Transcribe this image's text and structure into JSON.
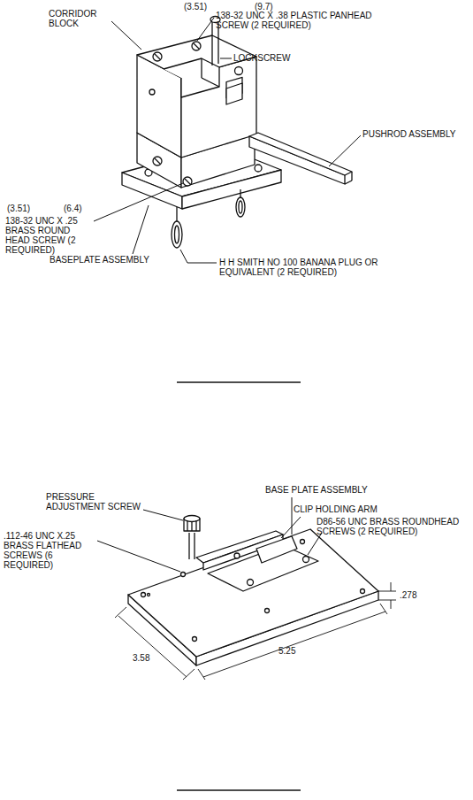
{
  "diagram": {
    "labels": [
      "(3.51)",
      "(9.7)",
      "138-32 UNC X .38 PLASTIC PANHEAD SCREW (2 REQUIRED)",
      "CORRIDOR BLOCK",
      "LOCKSCREW",
      "PUSHROD ASSEMBLY",
      "(3.51)",
      "(6.4)",
      "138-32 UNC X .25 BRASS ROUND HEAD SCREW (2 REQUIRED)",
      "BASEPLATE ASSEMBLY",
      "H H SMITH NO 100 BANANA PLUG OR EQUIVALENT (2 REQUIRED)",
      "PRESSURE ADJUSTMENT SCREW",
      "BASE PLATE ASSEMBLY",
      "CLIP HOLDING ARM",
      "D86-56 UNC BRASS ROUNDHEAD SCREWS (2 REQUIRED)",
      ".112-46 UNC X.25 BRASS FLATHEAD SCREWS (6 REQUIRED)",
      ".278",
      "3.58",
      "5.25"
    ]
  }
}
